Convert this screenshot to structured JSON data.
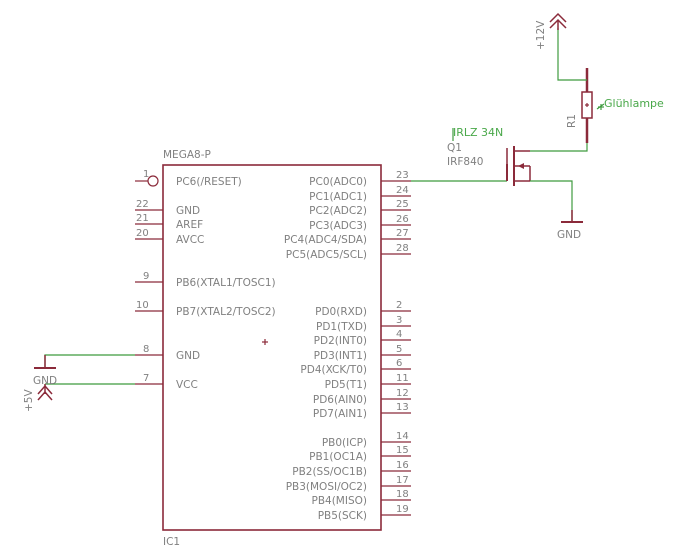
{
  "ic": {
    "name": "IC1",
    "value": "MEGA8-P",
    "left_pins": [
      {
        "num": "1",
        "label": "PC6(/RESET)"
      },
      {
        "num": "22",
        "label": "GND"
      },
      {
        "num": "21",
        "label": "AREF"
      },
      {
        "num": "20",
        "label": "AVCC"
      },
      {
        "num": "9",
        "label": "PB6(XTAL1/TOSC1)"
      },
      {
        "num": "10",
        "label": "PB7(XTAL2/TOSC2)"
      },
      {
        "num": "8",
        "label": "GND"
      },
      {
        "num": "7",
        "label": "VCC"
      }
    ],
    "right_pins": [
      {
        "num": "23",
        "label": "PC0(ADC0)"
      },
      {
        "num": "24",
        "label": "PC1(ADC1)"
      },
      {
        "num": "25",
        "label": "PC2(ADC2)"
      },
      {
        "num": "26",
        "label": "PC3(ADC3)"
      },
      {
        "num": "27",
        "label": "PC4(ADC4/SDA)"
      },
      {
        "num": "28",
        "label": "PC5(ADC5/SCL)"
      },
      {
        "num": "2",
        "label": "PD0(RXD)"
      },
      {
        "num": "3",
        "label": "PD1(TXD)"
      },
      {
        "num": "4",
        "label": "PD2(INT0)"
      },
      {
        "num": "5",
        "label": "PD3(INT1)"
      },
      {
        "num": "6",
        "label": "PD4(XCK/T0)"
      },
      {
        "num": "11",
        "label": "PD5(T1)"
      },
      {
        "num": "12",
        "label": "PD6(AIN0)"
      },
      {
        "num": "13",
        "label": "PD7(AIN1)"
      },
      {
        "num": "14",
        "label": "PB0(ICP)"
      },
      {
        "num": "15",
        "label": "PB1(OC1A)"
      },
      {
        "num": "16",
        "label": "PB2(SS/OC1B)"
      },
      {
        "num": "17",
        "label": "PB3(MOSI/OC2)"
      },
      {
        "num": "18",
        "label": "PB4(MISO)"
      },
      {
        "num": "19",
        "label": "PB5(SCK)"
      }
    ]
  },
  "transistor": {
    "note": "IRLZ 34N",
    "name": "Q1",
    "value": "IRF840"
  },
  "resistor": {
    "name": "R1",
    "label": "Glühlampe"
  },
  "supplies": {
    "v12": "+12V",
    "v5": "+5V",
    "gnd_left": "GND",
    "gnd_right": "GND"
  },
  "colors": {
    "component": "#8b2a3a",
    "wire": "#3f9b3f",
    "text": "#808080",
    "label_green": "#4aa84a"
  }
}
